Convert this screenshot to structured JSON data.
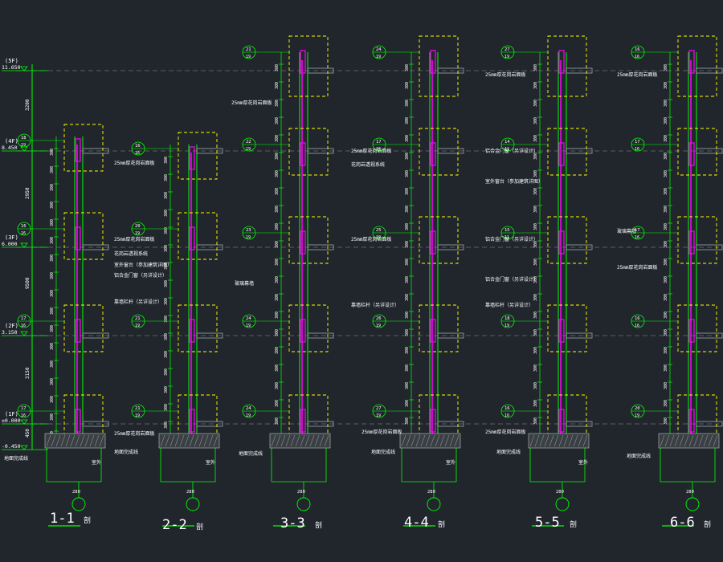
{
  "colors": {
    "background": "#21262d",
    "wall": "#00ff00",
    "detail_box": "#ffff00",
    "cladding": "#ff00ff",
    "dim_text": "#ffffff",
    "axis": "#808080",
    "ground_hatch": "#c0c0c0",
    "label": "#ffffff"
  },
  "levels": [
    {
      "tag": "(5F)",
      "elevation": "11.650"
    },
    {
      "tag": "(4F)",
      "elevation": "8.450"
    },
    {
      "tag": "(3F)",
      "elevation": "6.000"
    },
    {
      "tag": "(2F)",
      "elevation": "3.150"
    },
    {
      "tag": "(1F)",
      "elevation": "±0.000"
    },
    {
      "tag": "",
      "elevation": "-0.450"
    }
  ],
  "left_dims": [
    "3200",
    "2950",
    "9500",
    "3150",
    "450"
  ],
  "sections": [
    {
      "id": "1-1",
      "suffix": "剖",
      "bubble": "280"
    },
    {
      "id": "2-2",
      "suffix": "剖",
      "bubble": "280"
    },
    {
      "id": "3-3",
      "suffix": "剖",
      "bubble": "280"
    },
    {
      "id": "4-4",
      "suffix": "剖",
      "bubble": "280"
    },
    {
      "id": "5-5",
      "suffix": "剖",
      "bubble": "280"
    },
    {
      "id": "6-6",
      "suffix": "剖",
      "bubble": "280"
    }
  ],
  "notes": {
    "stone_25": "25mm厚花岗岩面板",
    "stone_25b": "25mm厚花岗岩面板",
    "clay_brick": "花岗岩透视系统",
    "glass_window": "室外窗台（参加建筑详图）",
    "aluminum_window": "铝合金门窗（另详设计）",
    "balcony_rail": "靠墙栏杆（另详设计）",
    "glass_curtain": "玻璃幕墙",
    "floor_finish": "地面完成线",
    "outdoor": "室外"
  },
  "detail_refs": [
    "18/19",
    "16/16",
    "17/16",
    "17/16",
    "16/16",
    "20/19",
    "21/19",
    "21/19",
    "21/19",
    "22/19",
    "23/19",
    "24/19",
    "24/19",
    "17/16",
    "25/19",
    "26/19",
    "27/19",
    "14/11",
    "15/11"
  ]
}
